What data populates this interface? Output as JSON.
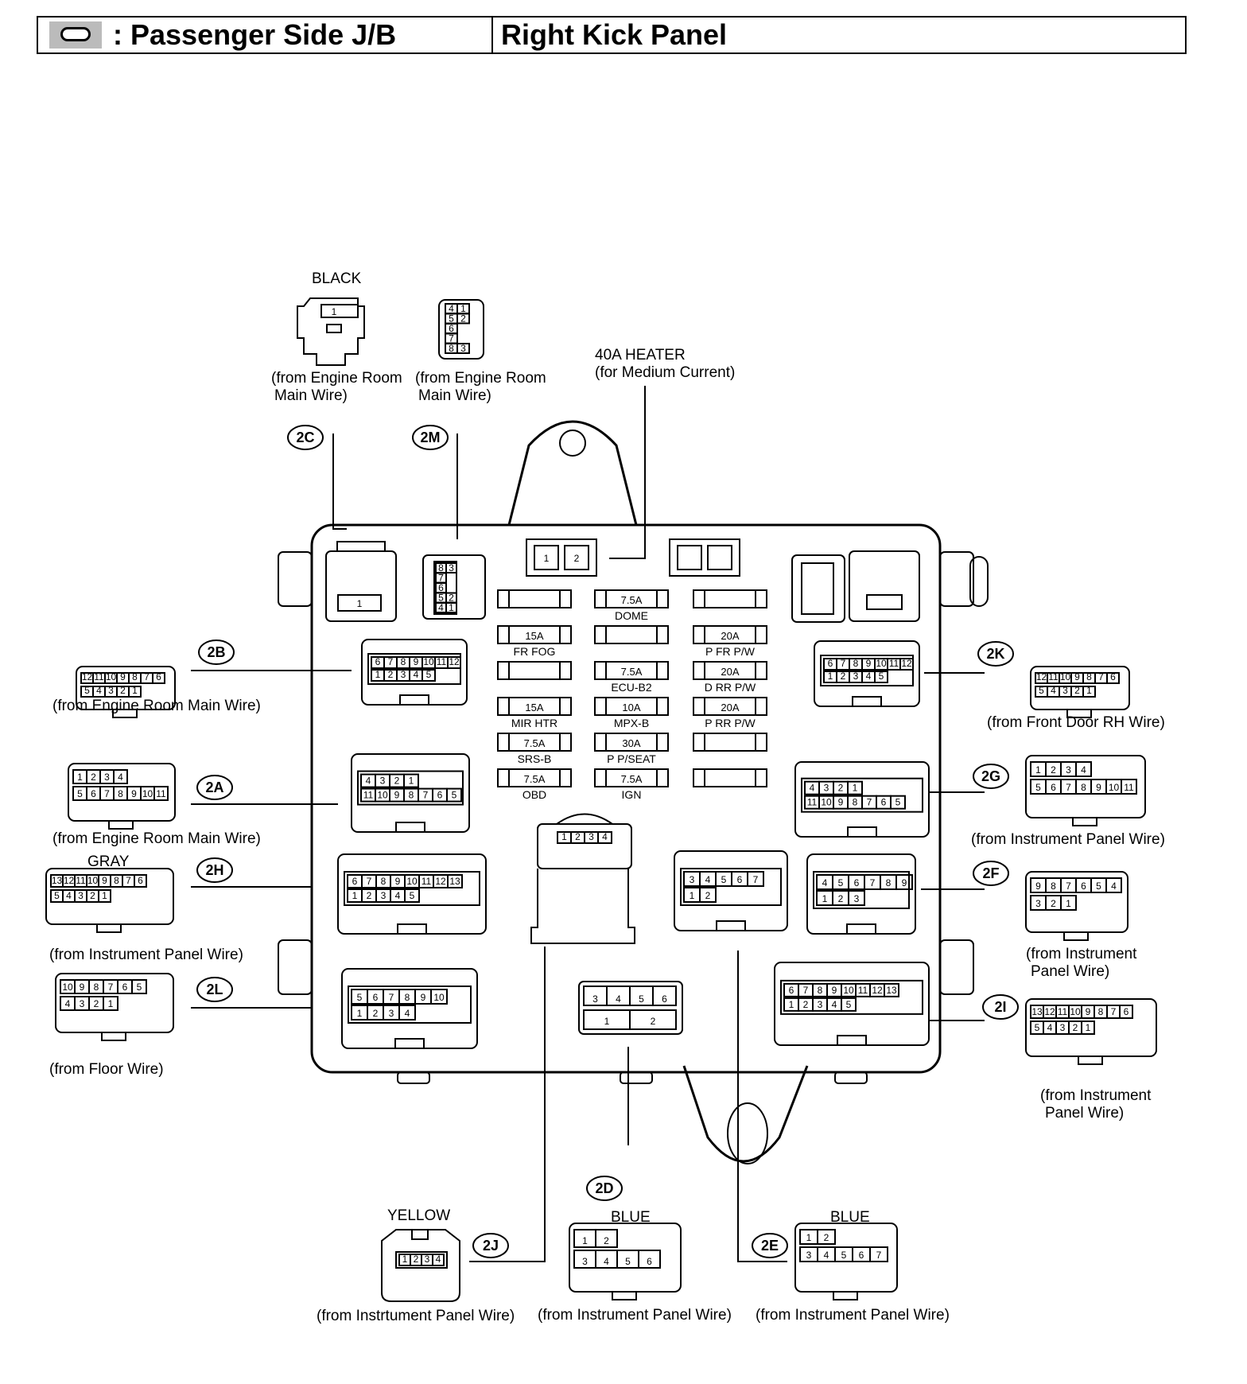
{
  "header": {
    "title": ": Passenger Side J/B",
    "location": "Right Kick Panel"
  },
  "heater": {
    "line1": "40A HEATER",
    "line2": "(for Medium Current)"
  },
  "connectors": {
    "2C": {
      "id": "2C",
      "color": "BLACK",
      "from1": "(from Engine Room",
      "from2": "Main Wire)",
      "pins": [
        "1"
      ]
    },
    "2M": {
      "id": "2M",
      "from1": "(from Engine Room",
      "from2": "Main Wire)",
      "pins": [
        "4",
        "1",
        "5",
        "2",
        "6",
        "7",
        "8",
        "3"
      ]
    },
    "2B": {
      "id": "2B",
      "from": "(from Engine Room Main Wire)",
      "pins_top": [
        "12",
        "11",
        "10",
        "9",
        "8",
        "7",
        "6"
      ],
      "pins_bottom": [
        "5",
        "4",
        "3",
        "2",
        "1"
      ]
    },
    "2A": {
      "id": "2A",
      "from": "(from Engine Room Main Wire)",
      "pins_top": [
        "1",
        "2",
        "3",
        "4"
      ],
      "pins_bottom": [
        "5",
        "6",
        "7",
        "8",
        "9",
        "10",
        "11"
      ]
    },
    "2H": {
      "id": "2H",
      "color": "GRAY",
      "from": "(from Instrument Panel Wire)",
      "pins_top": [
        "13",
        "12",
        "11",
        "10",
        "9",
        "8",
        "7",
        "6"
      ],
      "pins_bottom": [
        "5",
        "4",
        "3",
        "2",
        "1"
      ]
    },
    "2L": {
      "id": "2L",
      "from": "(from Floor Wire)",
      "pins_top": [
        "10",
        "9",
        "8",
        "7",
        "6",
        "5"
      ],
      "pins_bottom": [
        "4",
        "3",
        "2",
        "1"
      ]
    },
    "2K": {
      "id": "2K",
      "from": "(from Front Door RH Wire)",
      "pins_top": [
        "12",
        "11",
        "10",
        "9",
        "8",
        "7",
        "6"
      ],
      "pins_bottom": [
        "5",
        "4",
        "3",
        "2",
        "1"
      ]
    },
    "2G": {
      "id": "2G",
      "from": "(from Instrument Panel Wire)",
      "pins_top": [
        "1",
        "2",
        "3",
        "4"
      ],
      "pins_bottom": [
        "5",
        "6",
        "7",
        "8",
        "9",
        "10",
        "11"
      ]
    },
    "2F": {
      "id": "2F",
      "from1": "(from Instrument",
      "from2": "Panel Wire)",
      "pins_top": [
        "9",
        "8",
        "7",
        "6",
        "5",
        "4"
      ],
      "pins_bottom": [
        "3",
        "2",
        "1"
      ]
    },
    "2I": {
      "id": "2I",
      "from1": "(from Instrument",
      "from2": "Panel Wire)",
      "pins_top": [
        "13",
        "12",
        "11",
        "10",
        "9",
        "8",
        "7",
        "6"
      ],
      "pins_bottom": [
        "5",
        "4",
        "3",
        "2",
        "1"
      ]
    },
    "2J": {
      "id": "2J",
      "color": "YELLOW",
      "from": "(from Instrtument Panel Wire)",
      "pins": [
        "1",
        "2",
        "3",
        "4"
      ]
    },
    "2D": {
      "id": "2D",
      "color": "BLUE",
      "from": "(from Instrument Panel Wire)",
      "pins_top": [
        "1",
        "2"
      ],
      "pins_bottom": [
        "3",
        "4",
        "5",
        "6"
      ]
    },
    "2E": {
      "id": "2E",
      "color": "BLUE",
      "from": "(from Instrument Panel Wire)",
      "pins_top": [
        "1",
        "2"
      ],
      "pins_bottom": [
        "3",
        "4",
        "5",
        "6",
        "7"
      ]
    }
  },
  "fuses": [
    {
      "amp": "",
      "label": ""
    },
    {
      "amp": "7.5A",
      "label": "DOME"
    },
    {
      "amp": "",
      "label": ""
    },
    {
      "amp": "15A",
      "label": "FR FOG"
    },
    {
      "amp": "",
      "label": ""
    },
    {
      "amp": "20A",
      "label": "P FR P/W"
    },
    {
      "amp": "",
      "label": ""
    },
    {
      "amp": "7.5A",
      "label": "ECU-B2"
    },
    {
      "amp": "20A",
      "label": "D RR P/W"
    },
    {
      "amp": "15A",
      "label": "MIR HTR"
    },
    {
      "amp": "10A",
      "label": "MPX-B"
    },
    {
      "amp": "20A",
      "label": "P RR P/W"
    },
    {
      "amp": "7.5A",
      "label": "SRS-B"
    },
    {
      "amp": "30A",
      "label": "P  P/SEAT"
    },
    {
      "amp": "",
      "label": ""
    },
    {
      "amp": "7.5A",
      "label": "OBD"
    },
    {
      "amp": "7.5A",
      "label": "IGN"
    },
    {
      "amp": "",
      "label": ""
    }
  ],
  "heater_relay_pins": [
    "1",
    "2"
  ],
  "jb_sockets": {
    "2C": [
      "1"
    ],
    "2M": [
      "8",
      "3",
      "7",
      "6",
      "5",
      "2",
      "4",
      "1"
    ],
    "2B": {
      "top": [
        "6",
        "7",
        "8",
        "9",
        "10",
        "11",
        "12"
      ],
      "bottom": [
        "1",
        "2",
        "3",
        "4",
        "5"
      ]
    },
    "2A": {
      "top": [
        "4",
        "3",
        "2",
        "1"
      ],
      "bottom": [
        "11",
        "10",
        "9",
        "8",
        "7",
        "6",
        "5"
      ]
    },
    "2H": {
      "top": [
        "6",
        "7",
        "8",
        "9",
        "10",
        "11",
        "12",
        "13"
      ],
      "bottom": [
        "1",
        "2",
        "3",
        "4",
        "5"
      ]
    },
    "2L": {
      "top": [
        "5",
        "6",
        "7",
        "8",
        "9",
        "10"
      ],
      "bottom": [
        "1",
        "2",
        "3",
        "4"
      ]
    },
    "2J": [
      "1",
      "2",
      "3",
      "4"
    ],
    "2E": {
      "top": [
        "3",
        "4",
        "5",
        "6",
        "7"
      ],
      "bottom": [
        "1",
        "2"
      ]
    },
    "2F": {
      "top": [
        "4",
        "5",
        "6",
        "7",
        "8",
        "9"
      ],
      "bottom": [
        "1",
        "2",
        "3"
      ]
    },
    "2D": {
      "top": [
        "3",
        "4",
        "5",
        "6"
      ],
      "bottom": [
        "1",
        "2"
      ]
    },
    "2K": {
      "top": [
        "6",
        "7",
        "8",
        "9",
        "10",
        "11",
        "12"
      ],
      "bottom": [
        "1",
        "2",
        "3",
        "4",
        "5"
      ]
    },
    "2G": {
      "top": [
        "4",
        "3",
        "2",
        "1"
      ],
      "bottom": [
        "11",
        "10",
        "9",
        "8",
        "7",
        "6",
        "5"
      ]
    },
    "2I": {
      "top": [
        "6",
        "7",
        "8",
        "9",
        "10",
        "11",
        "12",
        "13"
      ],
      "bottom": [
        "1",
        "2",
        "3",
        "4",
        "5"
      ]
    }
  },
  "colors": {
    "line": "#000000",
    "header_icon": "#bbbbbb"
  }
}
